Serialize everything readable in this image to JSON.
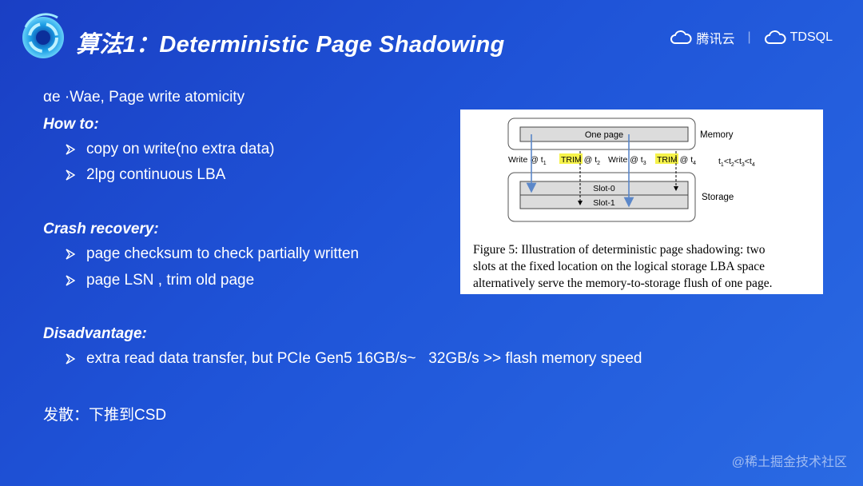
{
  "header": {
    "title": "算法1：Deterministic Page Shadowing",
    "brand_left": "腾讯云",
    "brand_separator": "|",
    "brand_right": "TDSQL"
  },
  "content": {
    "intro": "αe ·Wae, Page write atomicity",
    "how_to": {
      "heading": "How to:",
      "items": [
        "copy on write(no extra data)",
        "2lpg continuous LBA"
      ]
    },
    "crash_recovery": {
      "heading": "Crash recovery:",
      "items": [
        "page checksum to check partially written",
        "page LSN , trim old page"
      ]
    },
    "disadvantage": {
      "heading": "Disadvantage:",
      "items": [
        "extra read data transfer, but PCIe Gen5 16GB/s~   32GB/s >> flash memory speed"
      ]
    },
    "outro": "发散：下推到CSD"
  },
  "figure": {
    "one_page": "One page",
    "memory_label": "Memory",
    "storage_label": "Storage",
    "slot0": "Slot-0",
    "slot1": "Slot-1",
    "write": "Write @ t",
    "trim": "TRIM",
    "at_t": "@ t",
    "sub1": "1",
    "sub2": "2",
    "sub3": "3",
    "sub4": "4",
    "t": "t",
    "lt": "<",
    "caption_lines": [
      "Figure 5: Illustration of deterministic page shadowing: two",
      "slots at the fixed location on the logical storage LBA space",
      "alternatively serve the memory-to-storage flush of one page."
    ]
  },
  "watermark": "@稀土掘金技术社区",
  "colors": {
    "background_start": "#1a3fc4",
    "background_end": "#2a6ae3",
    "trim_highlight": "#f6f34a",
    "arrow_blue": "#5b87c9"
  }
}
